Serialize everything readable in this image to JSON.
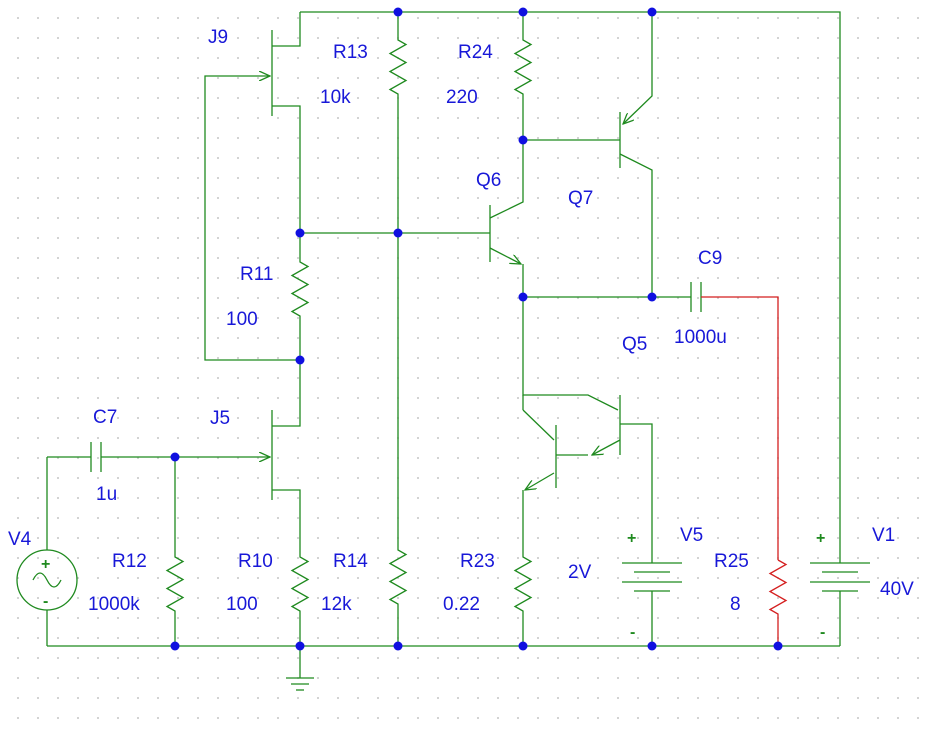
{
  "components": {
    "j9": {
      "ref": "J9"
    },
    "j5": {
      "ref": "J5"
    },
    "r13": {
      "ref": "R13",
      "value": "10k"
    },
    "r24": {
      "ref": "R24",
      "value": "220"
    },
    "r11": {
      "ref": "R11",
      "value": "100"
    },
    "r12": {
      "ref": "R12",
      "value": "1000k"
    },
    "r10": {
      "ref": "R10",
      "value": "100"
    },
    "r14": {
      "ref": "R14",
      "value": "12k"
    },
    "r23": {
      "ref": "R23",
      "value": "0.22"
    },
    "r25": {
      "ref": "R25",
      "value": "8"
    },
    "c7": {
      "ref": "C7",
      "value": "1u"
    },
    "c9": {
      "ref": "C9",
      "value": "1000u"
    },
    "q6": {
      "ref": "Q6"
    },
    "q7": {
      "ref": "Q7"
    },
    "q5": {
      "ref": "Q5"
    },
    "v4": {
      "ref": "V4",
      "plus": "+",
      "minus": "-"
    },
    "v5": {
      "ref": "V5",
      "value": "2V",
      "plus": "+",
      "minus": "-"
    },
    "v1": {
      "ref": "V1",
      "value": "40V",
      "plus": "+",
      "minus": "-"
    }
  },
  "colors": {
    "wire": "#1f8a1f",
    "load_wire": "#d41f1f",
    "label": "#1818d8",
    "junction": "#1010e0",
    "grid_dot": "#c8c8c8"
  }
}
